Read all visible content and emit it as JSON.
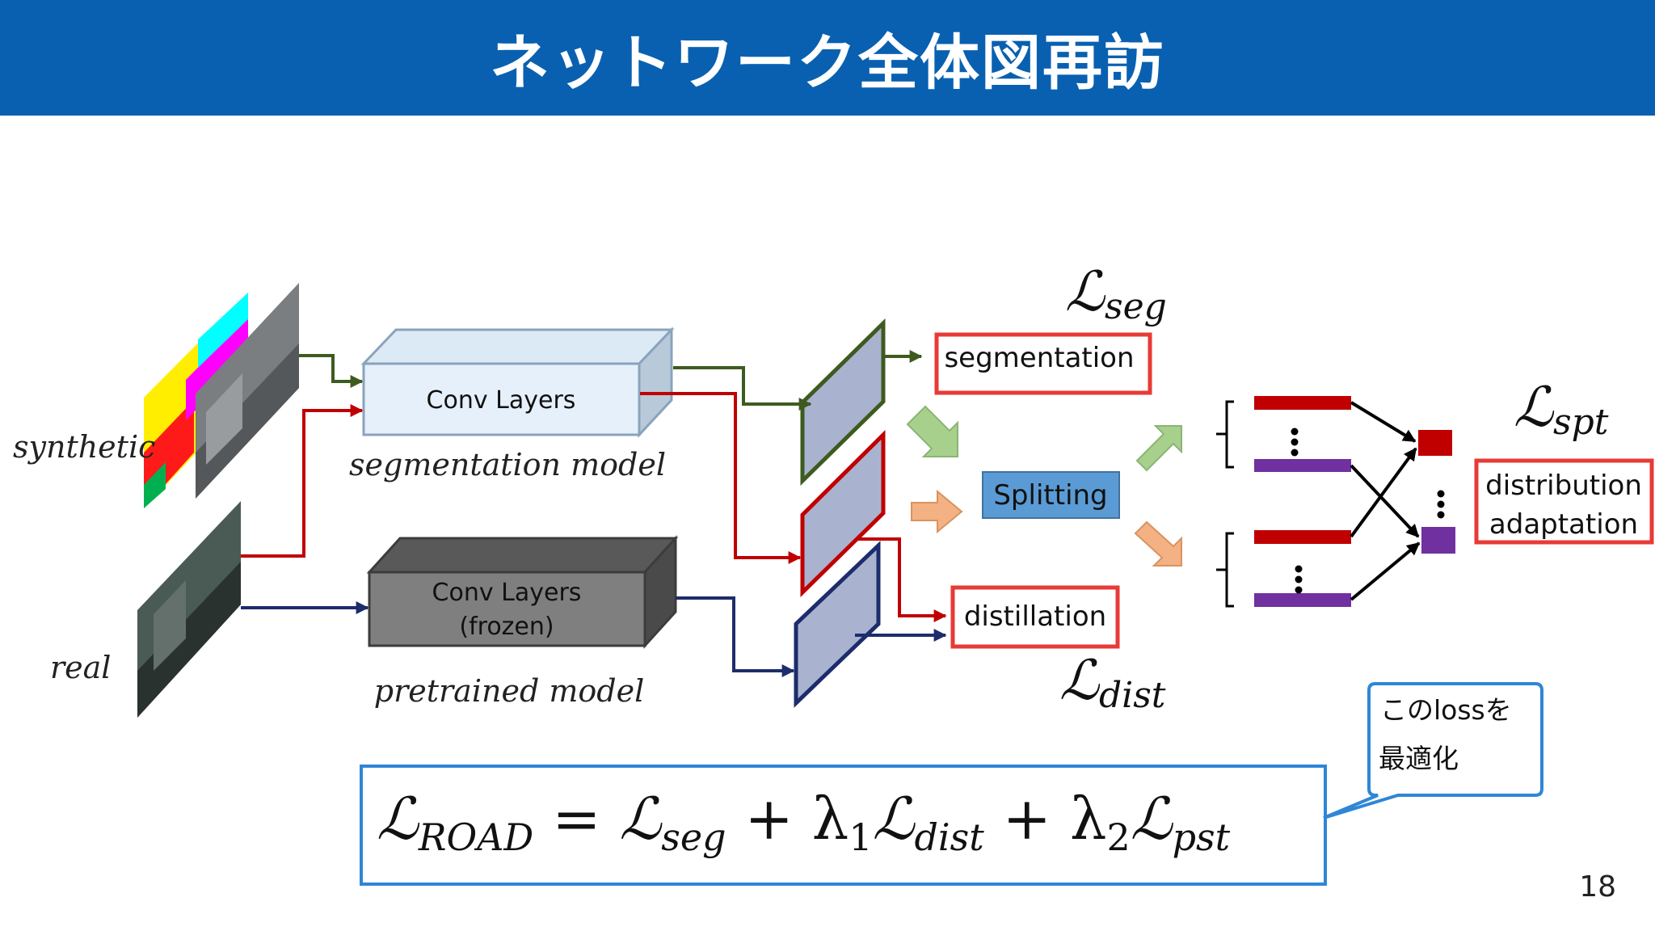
{
  "slide": {
    "title": "ネットワーク全体図再訪",
    "page_number": "18"
  },
  "inputs": {
    "synthetic_label": "synthetic",
    "real_label": "real"
  },
  "models": {
    "segmentation": {
      "box_label": "Conv Layers",
      "caption": "segmentation model"
    },
    "pretrained": {
      "box_line1": "Conv Layers",
      "box_line2": "(frozen)",
      "caption": "pretrained model"
    }
  },
  "outputs": {
    "segmentation_label": "segmentation",
    "distillation_label": "distillation",
    "splitting_label": "Splitting",
    "adaptation_line1": "distribution",
    "adaptation_line2": "adaptation"
  },
  "losses": {
    "seg": {
      "symbol": "ℒ",
      "sub": "seg"
    },
    "dist": {
      "symbol": "ℒ",
      "sub": "dist"
    },
    "spt": {
      "symbol": "ℒ",
      "sub": "spt"
    }
  },
  "equation": {
    "lhs_sub": "ROAD",
    "t1_sub": "seg",
    "lambda1_sub": "1",
    "t2_sub": "dist",
    "lambda2_sub": "2",
    "t3_sub": "pst"
  },
  "callout": {
    "line1": "このlossを",
    "line2": "最適化"
  },
  "colors": {
    "title_bar": "#0960b1",
    "green_path": "#3e5b1f",
    "red_path": "#c00000",
    "navy_path": "#1d2c6b",
    "highlight": "#e83a36",
    "splitting": "#5b9bd5",
    "purple": "#7030a0",
    "equation_border": "#2f86d6"
  }
}
